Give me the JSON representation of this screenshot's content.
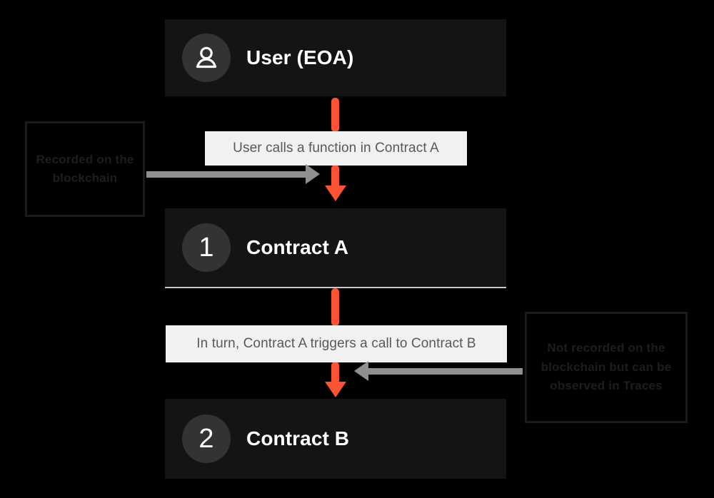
{
  "diagram": {
    "title": "Ethereum transaction call flow",
    "background_color": "#000000",
    "accent_color": "#fb5334",
    "node_color": "#141414",
    "label_color": "#f1f1f1",
    "annotation_arrow_color": "#8f8f8f"
  },
  "nodes": [
    {
      "id": "user",
      "badge_type": "person-icon",
      "badge": "",
      "label": "User (EOA)"
    },
    {
      "id": "contract-a",
      "badge_type": "number",
      "badge": "1",
      "label": "Contract A"
    },
    {
      "id": "contract-b",
      "badge_type": "number",
      "badge": "2",
      "label": "Contract B"
    }
  ],
  "edges": [
    {
      "id": "edge-1",
      "from": "user",
      "to": "contract-a",
      "label": "User calls a function in Contract A"
    },
    {
      "id": "edge-2",
      "from": "contract-a",
      "to": "contract-b",
      "label": "In turn, Contract A triggers a call to Contract B"
    }
  ],
  "annotations": [
    {
      "id": "annot-left",
      "text": "Recorded on the blockchain",
      "lines": [
        "Recorded",
        "on the",
        "blockchain"
      ],
      "points_to": "edge-1",
      "arrow_direction": "right"
    },
    {
      "id": "annot-right",
      "text": "Not recorded on the blockchain but can be observed in Traces",
      "lines": [
        "Not recorded on the",
        "blockchain but can",
        "be observed in",
        "Traces"
      ],
      "points_to": "edge-2",
      "arrow_direction": "left"
    }
  ]
}
